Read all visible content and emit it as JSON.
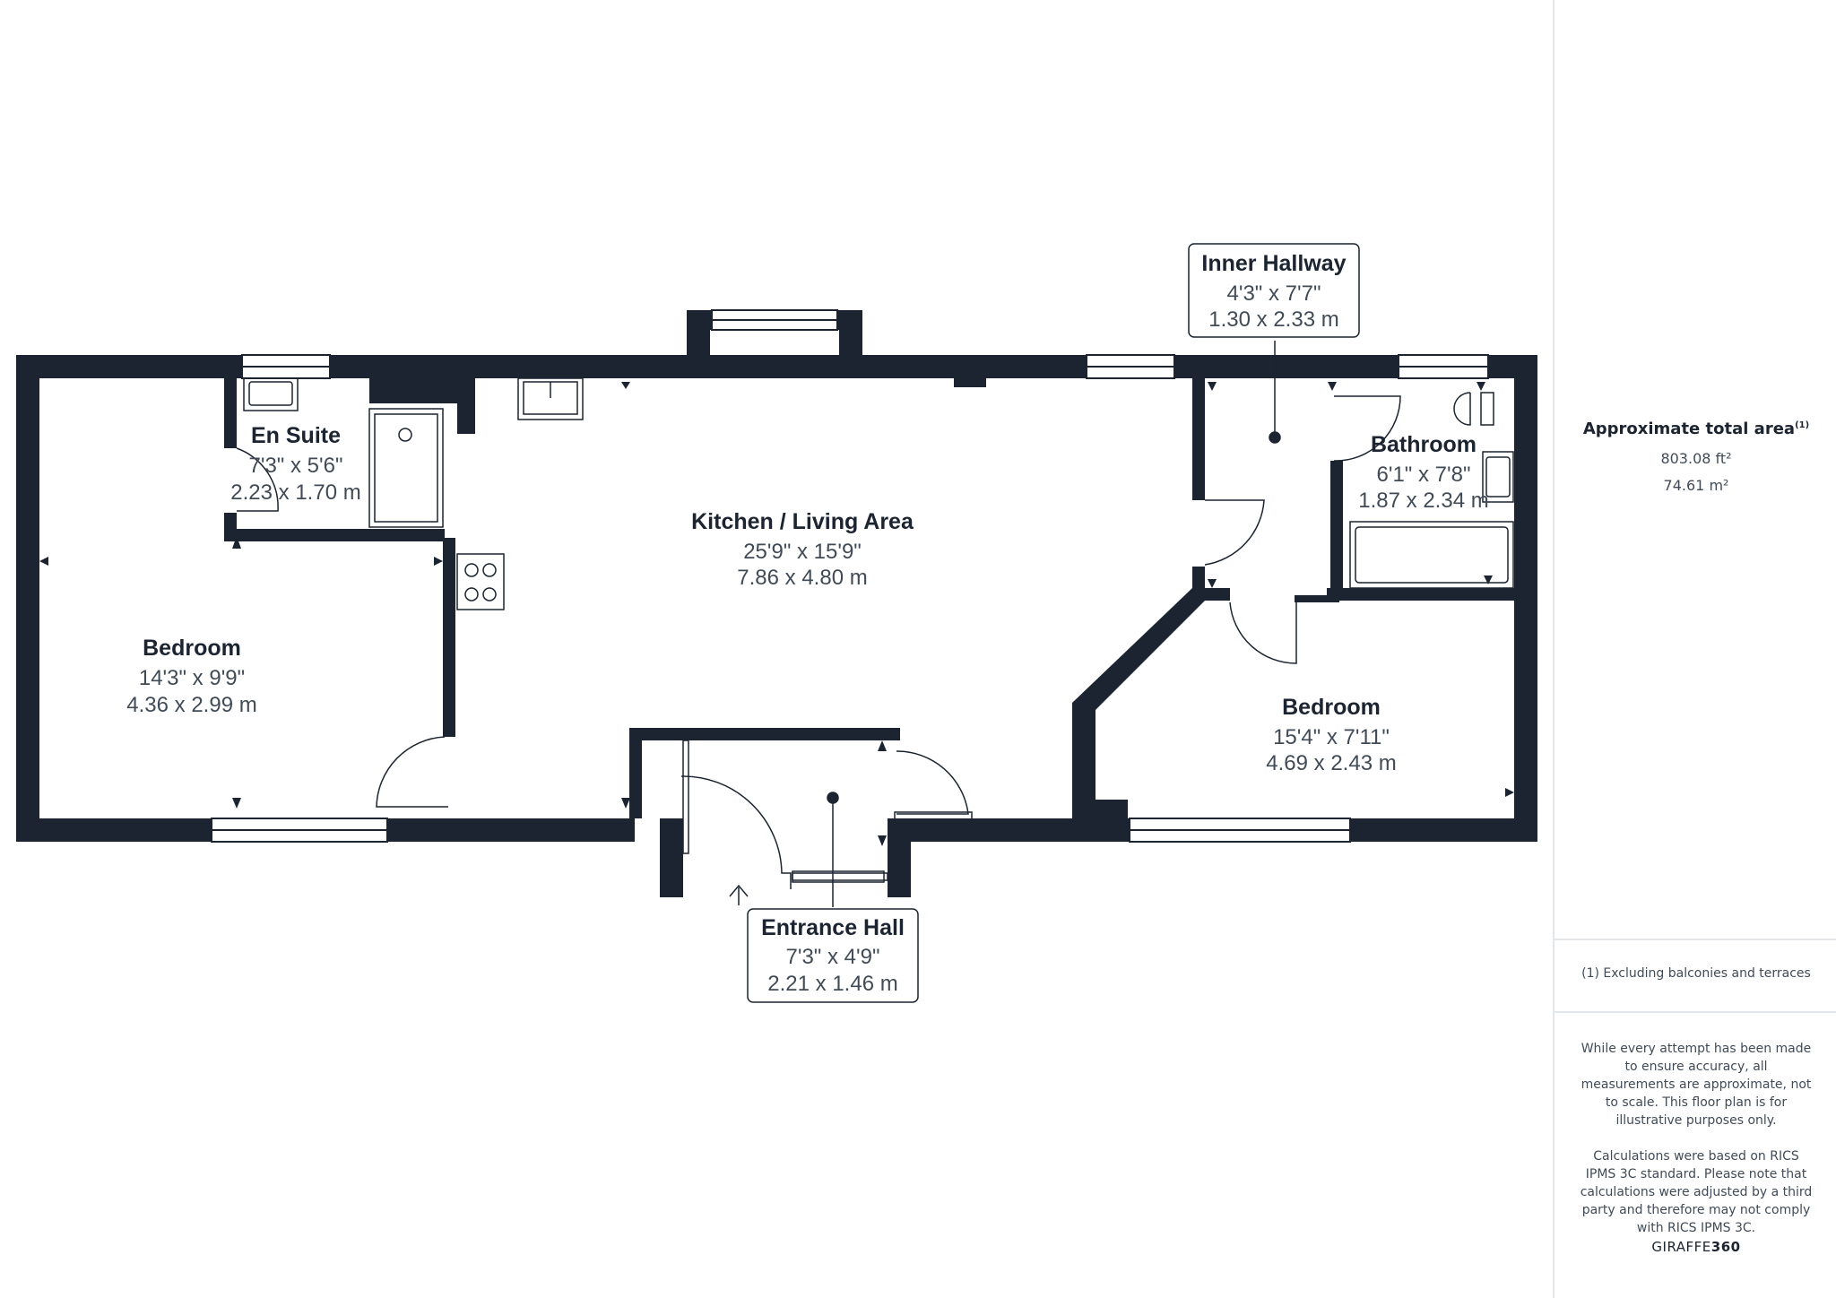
{
  "rooms": {
    "bedroom_left": {
      "name": "Bedroom",
      "imperial": "14'3\" x 9'9\"",
      "metric": "4.36 x 2.99 m"
    },
    "ensuite": {
      "name": "En Suite",
      "imperial": "7'3\" x 5'6\"",
      "metric": "2.23 x 1.70 m"
    },
    "kitchen": {
      "name": "Kitchen / Living Area",
      "imperial": "25'9\" x 15'9\"",
      "metric": "7.86 x 4.80 m"
    },
    "inner_hallway": {
      "name": "Inner Hallway",
      "imperial": "4'3\" x 7'7\"",
      "metric": "1.30 x 2.33 m"
    },
    "bathroom": {
      "name": "Bathroom",
      "imperial": "6'1\" x 7'8\"",
      "metric": "1.87 x 2.34 m"
    },
    "bedroom_right": {
      "name": "Bedroom",
      "imperial": "15'4\" x 7'11\"",
      "metric": "4.69 x 2.43 m"
    },
    "entrance_hall": {
      "name": "Entrance Hall",
      "imperial": "7'3\" x 4'9\"",
      "metric": "2.21 x 1.46 m"
    }
  },
  "panel": {
    "area_title": "Approximate total area",
    "area_title_note": "(1)",
    "area_ft": "803.08 ft²",
    "area_m": "74.61 m²",
    "footnote": "(1) Excluding balconies and terraces",
    "disclaimer_1": "While every attempt has been made to ensure accuracy, all measurements are approximate, not to scale. This floor plan is for illustrative purposes only.",
    "disclaimer_2": "Calculations were based on RICS IPMS 3C standard. Please note that calculations were adjusted by a third party and therefore may not comply with RICS IPMS 3C.",
    "brand_a": "GIRAFFE",
    "brand_b": "360"
  },
  "colors": {
    "wall": "#1b2430",
    "text_dark": "#1b2430",
    "text_muted": "#414b57",
    "divider": "#e3e6ea"
  }
}
